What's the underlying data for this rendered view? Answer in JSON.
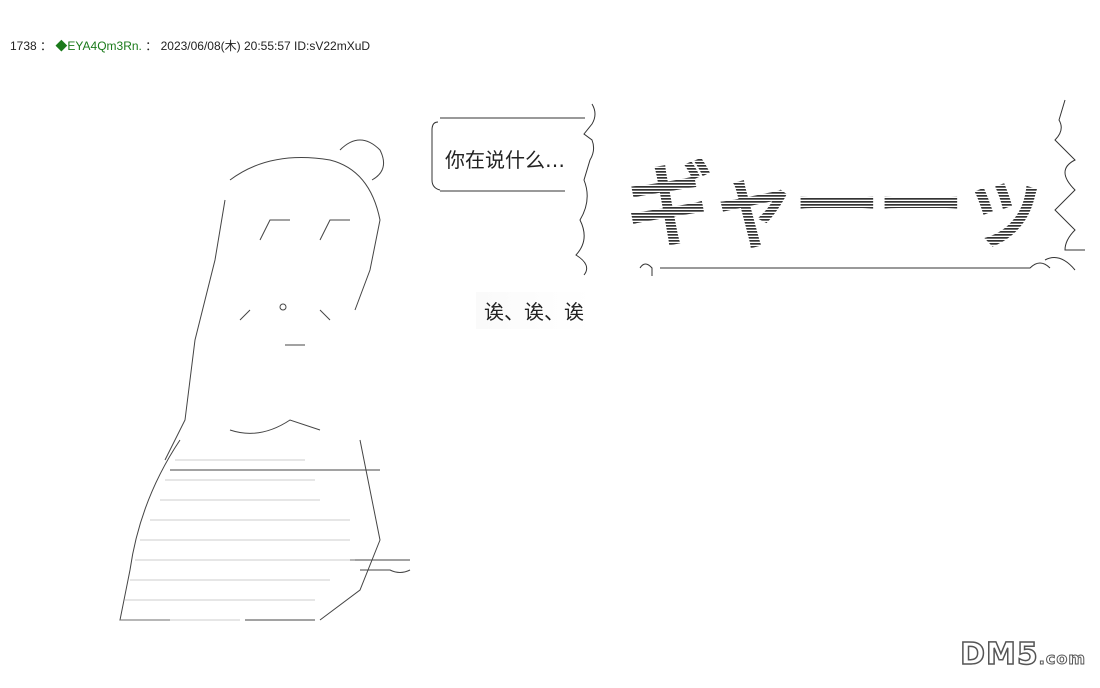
{
  "post": {
    "number": "1738",
    "separator": "：",
    "trip": "◆EYA4Qm3Rn.",
    "datetime": "2023/06/08(木) 20:55:57",
    "id": "ID:sV22mXuD"
  },
  "speech_bubble": {
    "text": "你在说什么…"
  },
  "reply_text": "诶、诶、诶",
  "sound_effect_lettering": "ギャーーッ",
  "watermark": {
    "main": "DM5",
    "suffix": ".com"
  }
}
